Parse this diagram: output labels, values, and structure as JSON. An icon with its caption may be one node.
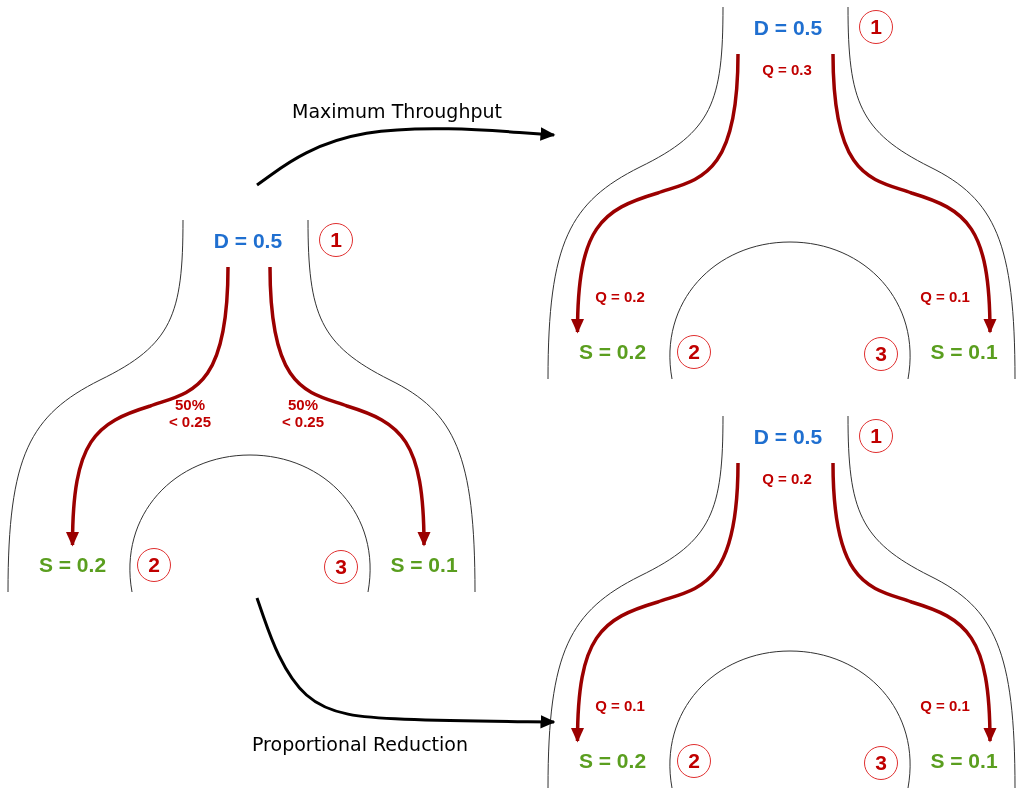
{
  "diagram": {
    "nodes": [
      {
        "text": [],
        "shape": "picture"
      },
      {
        "text": [
          "D = 0.5"
        ],
        "in": 0
      },
      {
        "text": [
          "1"
        ],
        "in": 0
      },
      {
        "text": [
          "S = 0.2"
        ],
        "in": 0
      },
      {
        "text": [
          "2"
        ],
        "in": 0
      },
      {
        "text": [
          "3"
        ],
        "in": 0
      },
      {
        "text": [
          "S = 0.1"
        ],
        "in": 0
      },
      {
        "text": [],
        "shape": "picture"
      },
      {
        "text": [
          "D = 0.5"
        ],
        "in": 7,
        "beside": [
          "Q = 0.3"
        ]
      },
      {
        "text": [
          "1"
        ],
        "in": 7
      },
      {
        "text": [
          "S = 0.2"
        ],
        "in": 7
      },
      {
        "text": [
          "2"
        ],
        "in": 7
      },
      {
        "text": [
          "3"
        ],
        "in": 7
      },
      {
        "text": [
          "S = 0.1"
        ],
        "in": 7
      },
      {
        "text": [],
        "shape": "picture"
      },
      {
        "text": [
          "D = 0.5"
        ],
        "in": 14,
        "beside": [
          "Q = 0.2"
        ]
      },
      {
        "text": [
          "1"
        ],
        "in": 14
      },
      {
        "text": [
          "S = 0.2"
        ],
        "in": 14
      },
      {
        "text": [
          "2"
        ],
        "in": 14
      },
      {
        "text": [
          "3"
        ],
        "in": 14
      },
      {
        "text": [
          "S = 0.1"
        ],
        "in": 14
      }
    ],
    "edges": [
      {
        "from": 1,
        "to": 3,
        "arrow": "to",
        "label": "50% < 0.25"
      },
      {
        "from": 1,
        "to": 6,
        "arrow": "to",
        "label": "50% < 0.25"
      },
      {
        "from": 8,
        "to": 10,
        "arrow": "to",
        "label": "Q = 0.2"
      },
      {
        "from": 8,
        "to": 13,
        "arrow": "to",
        "label": "Q = 0.1"
      },
      {
        "from": 15,
        "to": 17,
        "arrow": "to",
        "label": "Q = 0.1"
      },
      {
        "from": 15,
        "to": 20,
        "arrow": "to",
        "label": "Q = 0.1"
      },
      {
        "from": 0,
        "to": 7,
        "arrow": "to",
        "label": "Maximum Throughput",
        "color": "#000000"
      },
      {
        "from": 0,
        "to": 14,
        "arrow": "to",
        "label": "Proportional Reduction",
        "color": "#000000"
      }
    ]
  }
}
